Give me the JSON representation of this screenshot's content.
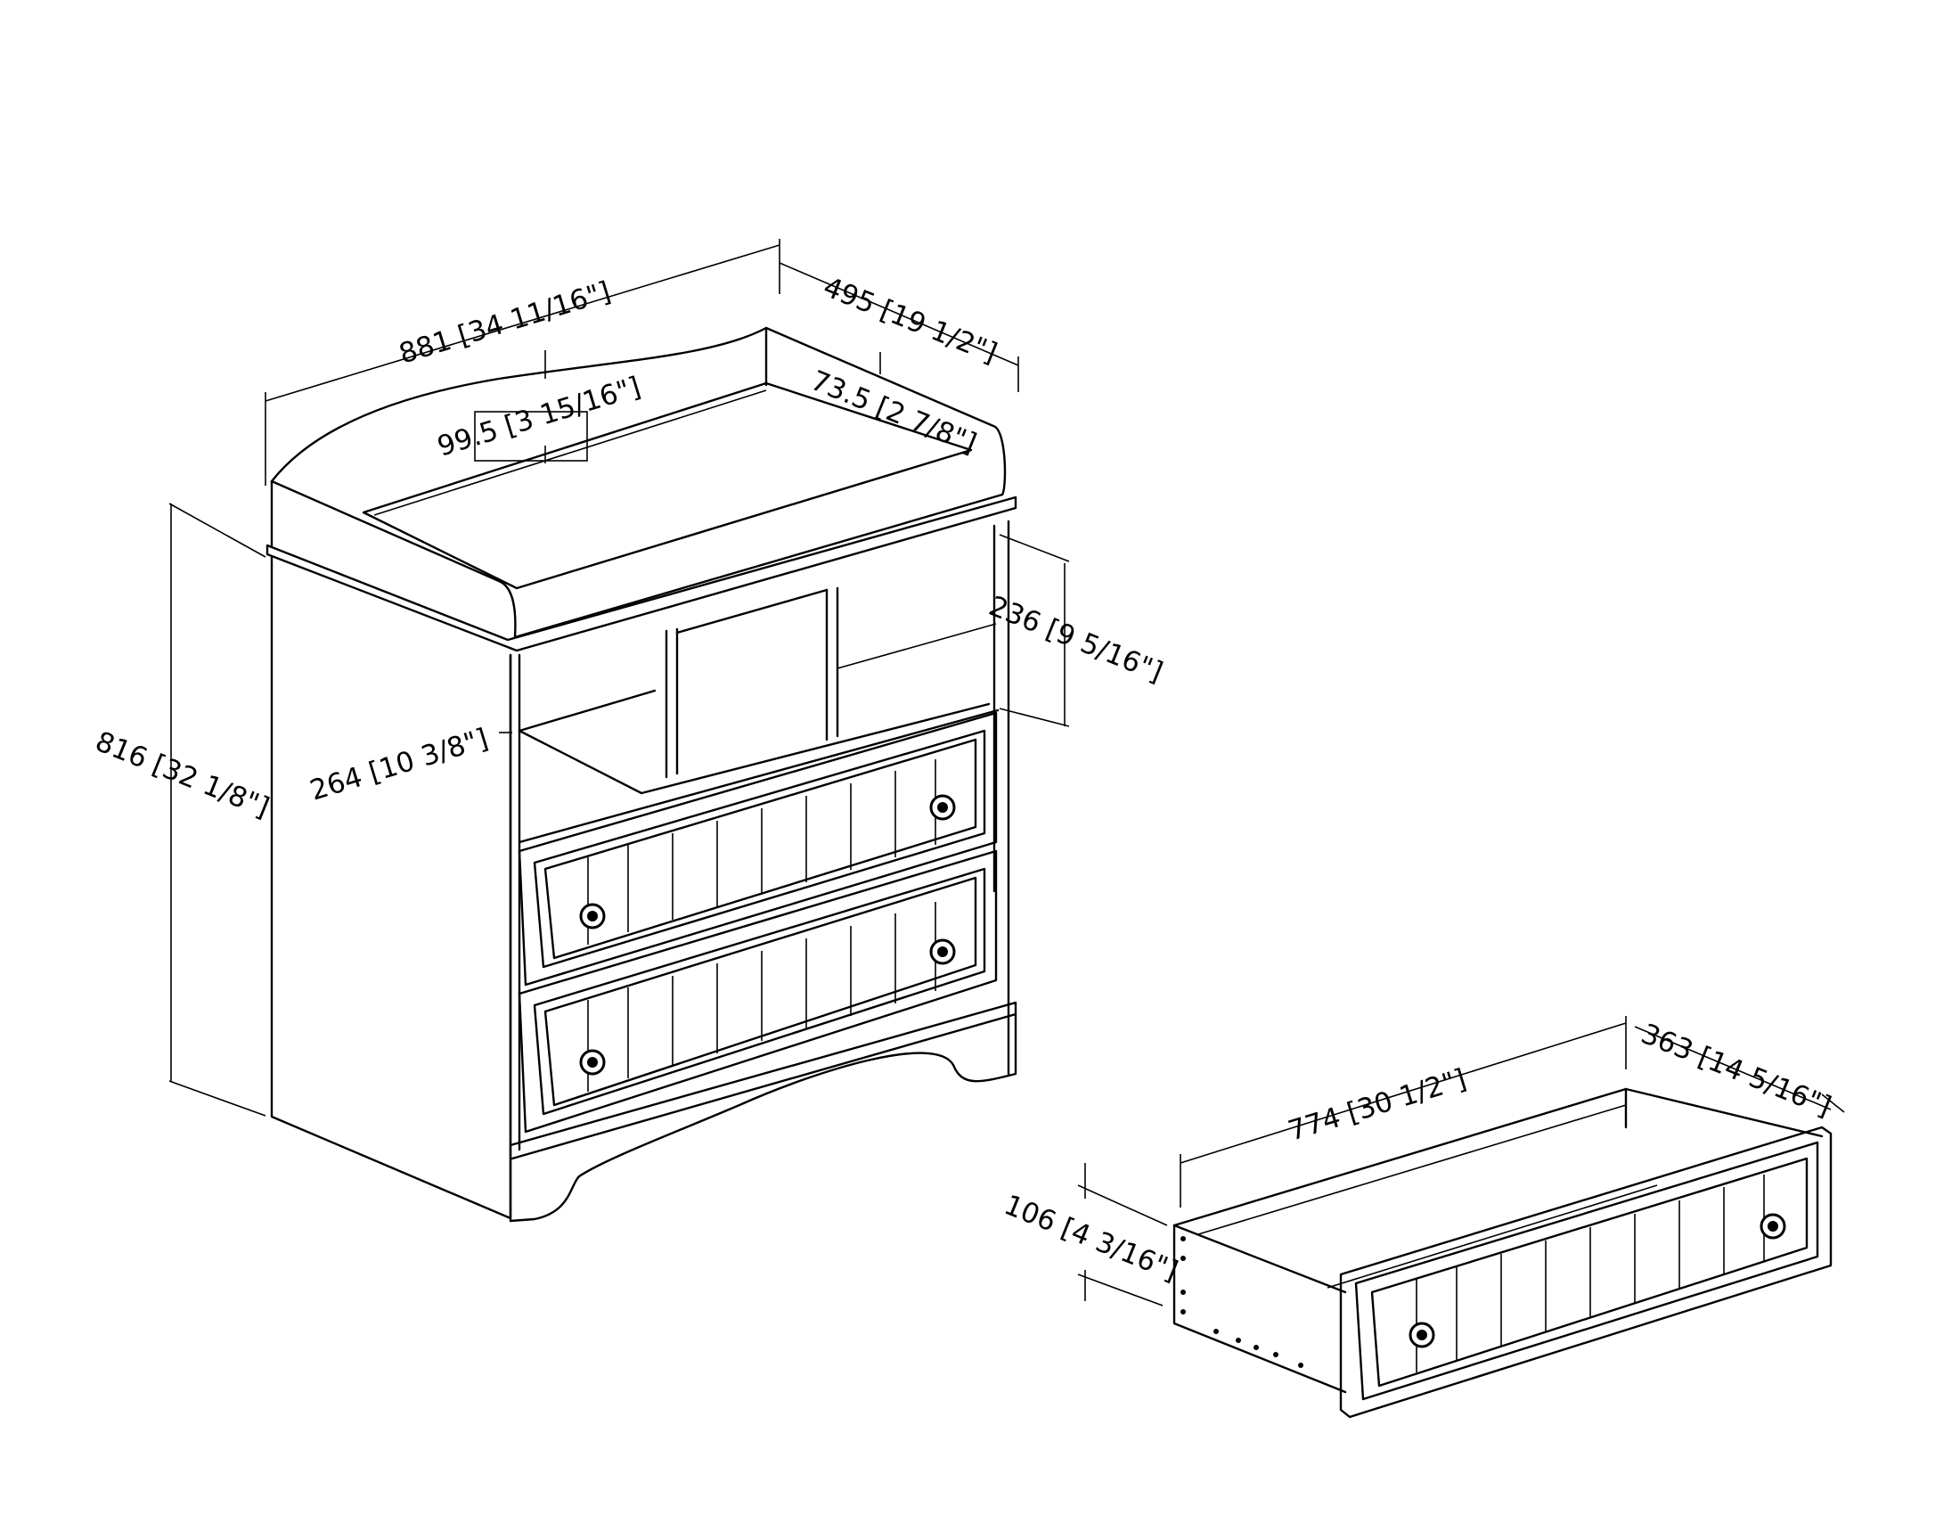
{
  "dimensions": {
    "width": "881 [34 11/16\"]",
    "depth": "495 [19 1/2\"]",
    "pad_recess": "99.5 [3 15/16\"]",
    "rail_height": "73.5 [2 7/8\"]",
    "shelf_height": "236 [9 5/16\"]",
    "cubby_depth": "264 [10 3/8\"]",
    "overall_height": "816 [32 1/8\"]",
    "drawer_width": "774 [30 1/2\"]",
    "drawer_depth": "363 [14 5/16\"]",
    "drawer_height": "106 [4 3/16\"]"
  },
  "colors": {
    "line": "#000000",
    "background": "#ffffff"
  }
}
